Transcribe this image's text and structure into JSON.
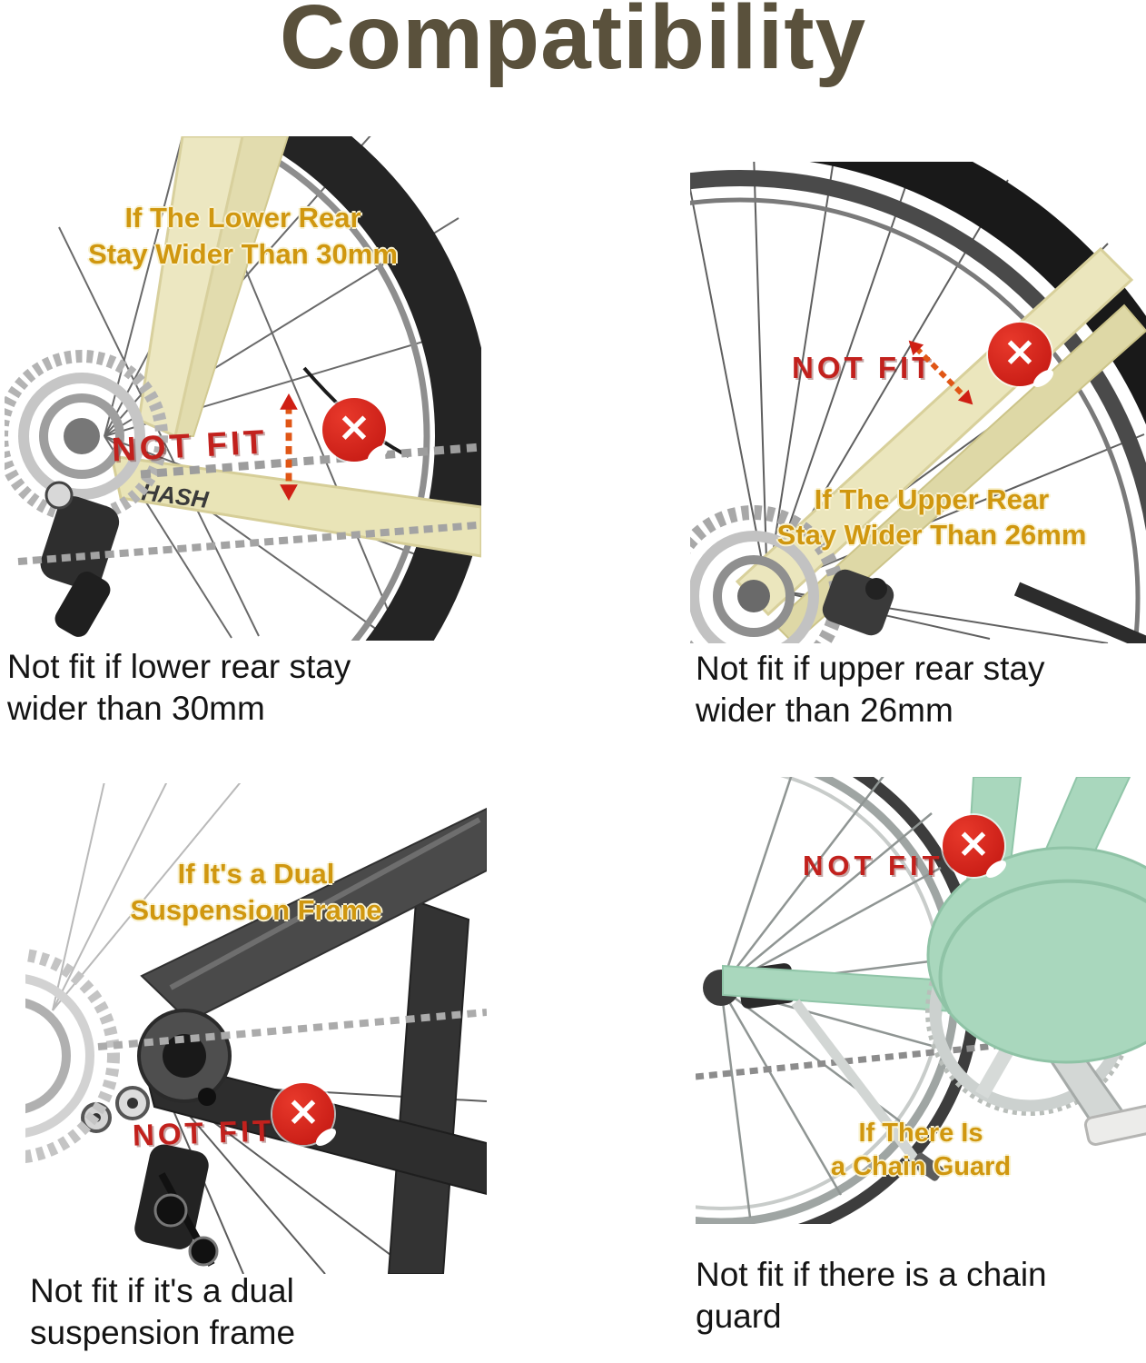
{
  "title": "Compatibility",
  "icons": {
    "not_fit_x": "✕"
  },
  "colors": {
    "title_text": "#5a513c",
    "condition_text": "#d0970f",
    "not_fit_text": "#c2211d",
    "badge_red": "#d32018",
    "caption_text": "#141414",
    "frame_pale_yellow": "#ebe6bd",
    "frame_mint_green": "#a9d7bd",
    "frame_dark_gray": "#3c3c3c",
    "tire_black": "#242424"
  },
  "panels": [
    {
      "name": "lower-rear-stay",
      "condition_lines": [
        "If The Lower Rear",
        "Stay Wider Than 30mm"
      ],
      "not_fit_label": "NOT FIT",
      "photo_brand": "HASH",
      "caption_lines": [
        "Not fit if lower rear stay",
        "wider than 30mm"
      ]
    },
    {
      "name": "upper-rear-stay",
      "condition_lines": [
        "If The Upper Rear",
        "Stay Wider Than 26mm"
      ],
      "not_fit_label": "NOT FIT",
      "caption_lines": [
        "Not fit if upper rear stay",
        "wider than 26mm"
      ]
    },
    {
      "name": "dual-suspension",
      "condition_lines": [
        "If It's a Dual",
        "Suspension Frame"
      ],
      "not_fit_label": "NOT FIT",
      "caption_lines": [
        "Not fit if it's a dual",
        "suspension frame"
      ]
    },
    {
      "name": "chain-guard",
      "condition_lines": [
        "If There Is",
        "a Chain Guard"
      ],
      "not_fit_label": "NOT FIT",
      "caption_lines": [
        "Not fit if there is a chain",
        "guard"
      ]
    }
  ]
}
